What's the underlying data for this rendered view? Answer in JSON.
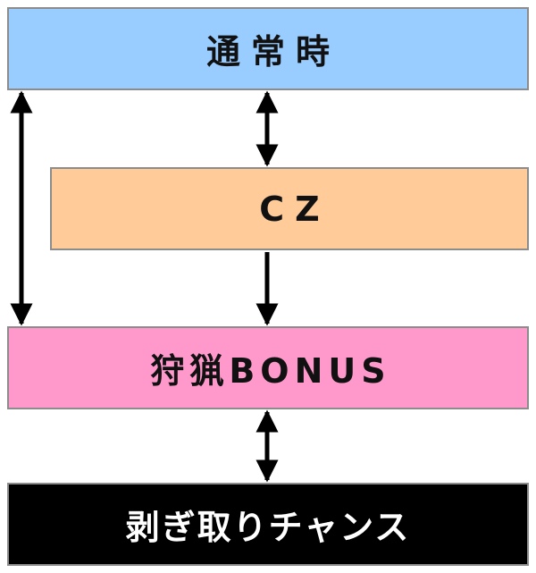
{
  "nodes": {
    "normal": {
      "label": "通常時",
      "fill": "#99ccff"
    },
    "cz": {
      "label": "CZ",
      "fill": "#ffcc99"
    },
    "bonus": {
      "label": "狩猟BONUS",
      "fill": "#ff99cc"
    },
    "chance": {
      "label": "剥ぎ取りチャンス",
      "fill": "#000000"
    }
  },
  "edges": [
    {
      "from": "normal",
      "to": "bonus",
      "direction": "both"
    },
    {
      "from": "normal",
      "to": "cz",
      "direction": "both"
    },
    {
      "from": "cz",
      "to": "bonus",
      "direction": "forward"
    },
    {
      "from": "bonus",
      "to": "chance",
      "direction": "both"
    }
  ]
}
